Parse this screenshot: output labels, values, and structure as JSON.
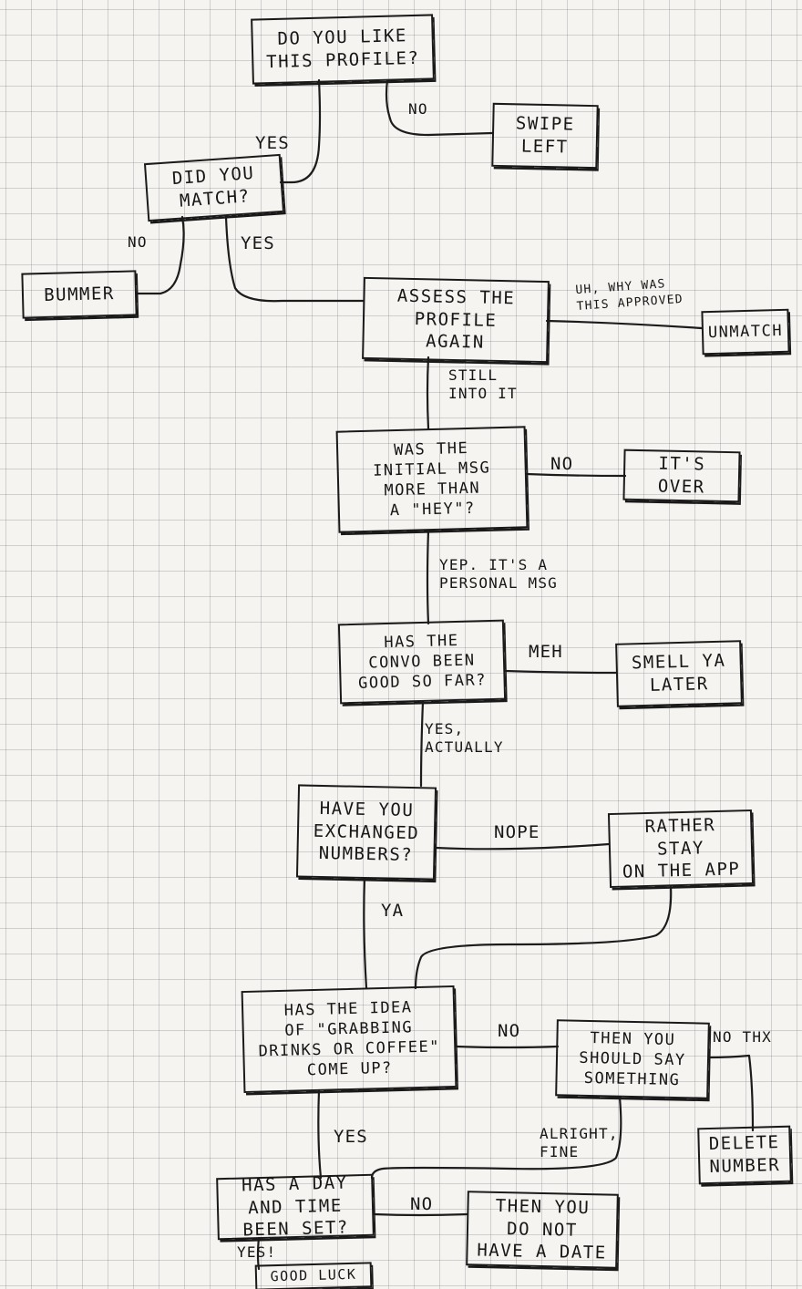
{
  "nodes": {
    "like_profile": "DO YOU LIKE\nTHIS PROFILE?",
    "swipe_left": "SWIPE\nLEFT",
    "did_match": "DID YOU\nMATCH?",
    "bummer": "BUMMER",
    "assess_profile": "ASSESS THE\nPROFILE\nAGAIN",
    "unmatch": "UNMATCH",
    "initial_msg": "WAS THE\nINITIAL MSG\nMORE THAN\nA \"HEY\"?",
    "its_over": "IT'S OVER",
    "convo_good": "HAS THE\nCONVO BEEN\nGOOD SO FAR?",
    "smell_ya_later": "SMELL YA\nLATER",
    "exchanged_numbers": "HAVE YOU\nEXCHANGED\nNUMBERS?",
    "rather_stay": "RATHER STAY\nON THE APP",
    "idea_drinks": "HAS THE IDEA\nOF \"GRABBING\nDRINKS OR COFFEE\"\nCOME UP?",
    "should_say": "THEN YOU\nSHOULD SAY\nSOMETHING",
    "delete_number": "DELETE\nNUMBER",
    "day_time_set": "HAS A DAY\nAND TIME\nBEEN SET?",
    "no_date": "THEN YOU\nDO NOT\nHAVE A DATE",
    "good_luck": "GOOD LUCK"
  },
  "edges": {
    "like_no": "NO",
    "like_yes": "YES",
    "match_no": "NO",
    "match_yes": "YES",
    "assess_unmatch": "UH, WHY WAS\nTHIS APPROVED",
    "assess_still": "STILL\nINTO IT",
    "msg_no": "NO",
    "msg_yep": "YEP. IT'S A\nPERSONAL MSG",
    "convo_meh": "MEH",
    "convo_yes": "YES,\nACTUALLY",
    "numbers_nope": "NOPE",
    "numbers_ya": "YA",
    "idea_no": "NO",
    "idea_yes": "YES",
    "say_no_thx": "NO THX",
    "say_alright": "ALRIGHT,\nFINE",
    "day_no": "NO",
    "day_yes": "YES!"
  }
}
